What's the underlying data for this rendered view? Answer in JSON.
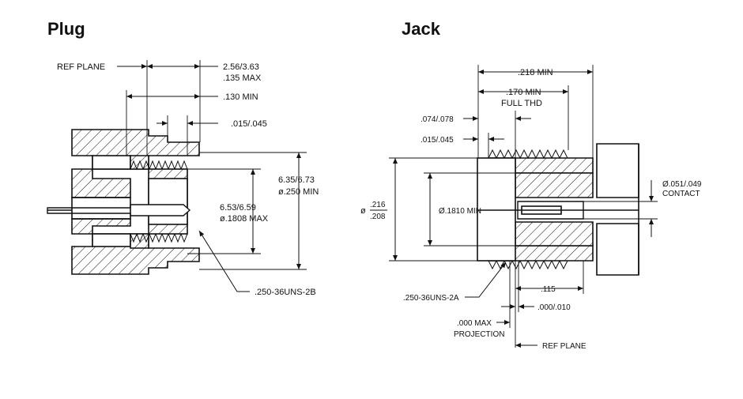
{
  "plug": {
    "title": "Plug",
    "ref_plane": "REF PLANE",
    "dim_a_1": "2.56/3.63",
    "dim_a_2": ".135 MAX",
    "dim_b": ".130 MIN",
    "dim_c": ".015/.045",
    "dim_d_1": "6.35/6.73",
    "dim_d_2": "ø.250 MIN",
    "dim_e_1": "6.53/6.59",
    "dim_e_2": "ø.1808 MAX",
    "thread": ".250-36UNS-2B"
  },
  "jack": {
    "title": "Jack",
    "dim_218": ".218 MIN",
    "dim_170_1": ".170 MIN",
    "dim_170_2": "FULL THD",
    "dim_074": ".074/.078",
    "dim_015": ".015/.045",
    "dia_symbol": "ø",
    "dia_top": ".216",
    "dia_bot": ".208",
    "dim_1810": "Ø.1810 MIN",
    "contact_1": "Ø.051/.049",
    "contact_2": "CONTACT",
    "thread": ".250-36UNS-2A",
    "dim_115": ".115",
    "dim_000_010": ".000/.010",
    "proj_1": ".000 MAX",
    "proj_2": "PROJECTION",
    "ref_plane": "REF PLANE"
  }
}
